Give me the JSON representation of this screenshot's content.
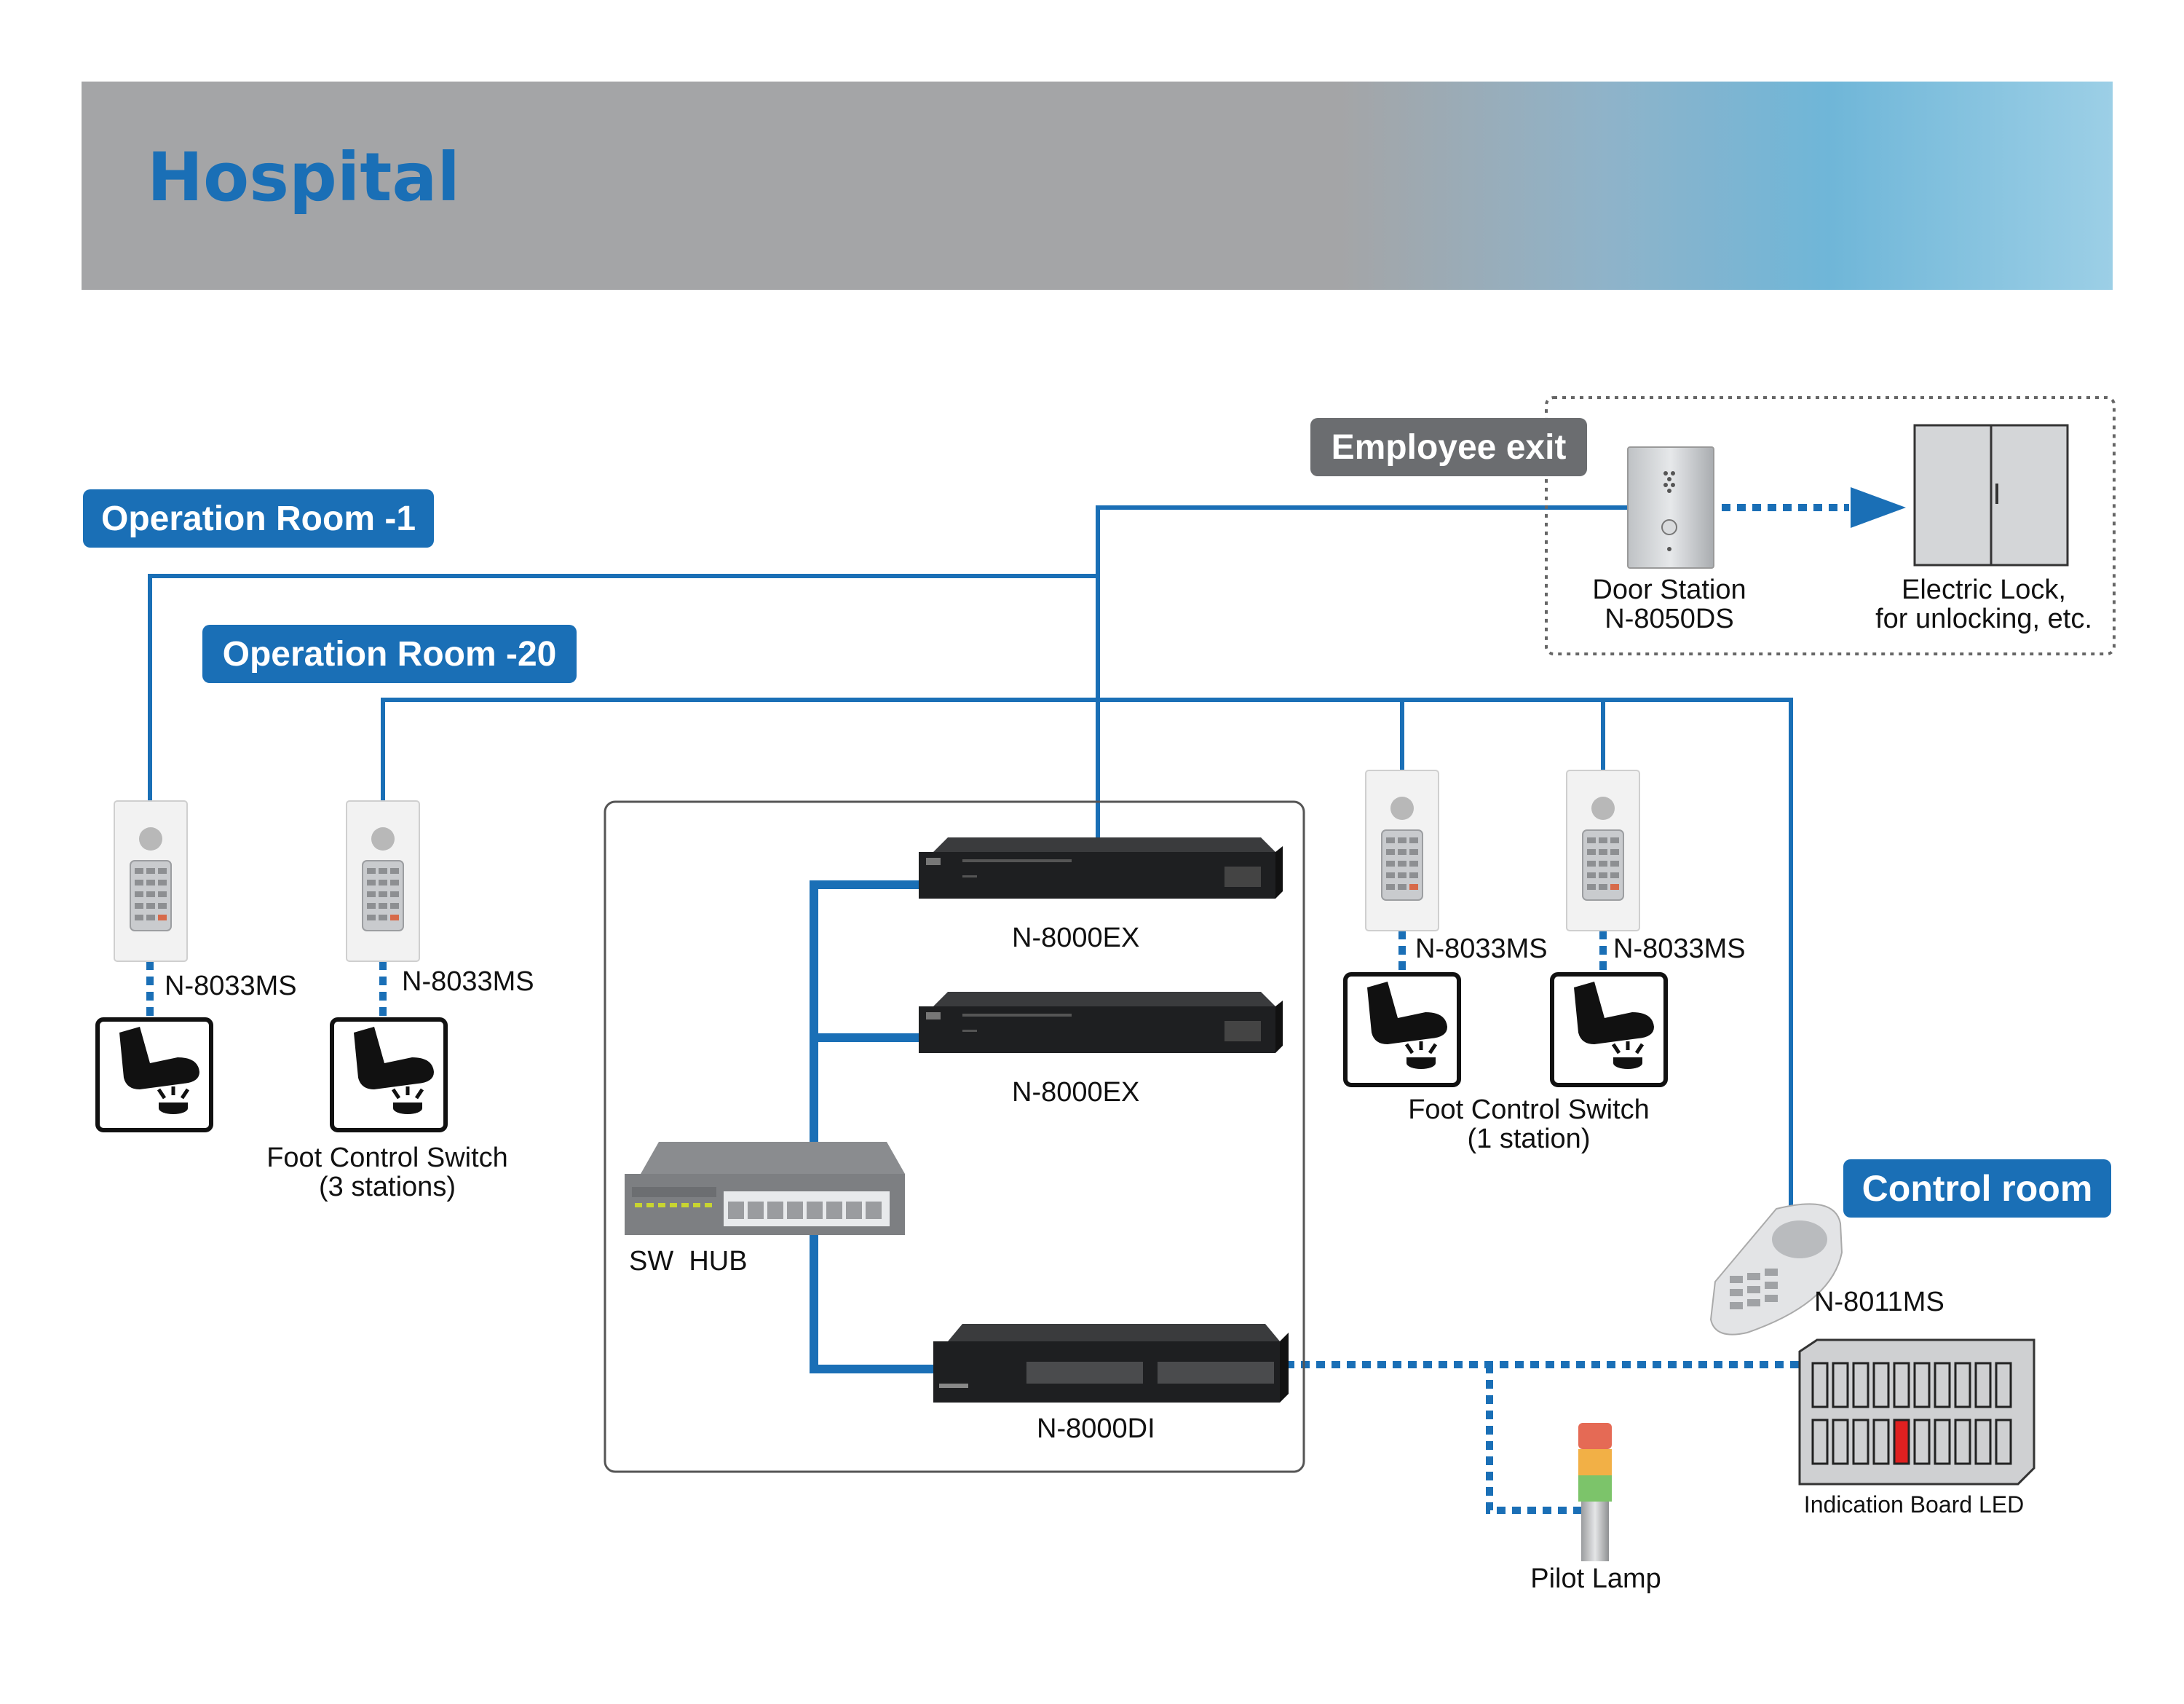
{
  "title": "Hospital",
  "zones": {
    "op_room_1": "Operation Room -1",
    "op_room_20": "Operation Room -20",
    "employee_exit": "Employee exit",
    "control_room": "Control room"
  },
  "devices": {
    "ms_1": "N-8033MS",
    "ms_20": "N-8033MS",
    "ms_r1": "N-8033MS",
    "ms_r2": "N-8033MS",
    "foot_3_line1": "Foot Control Switch",
    "foot_3_line2": "(3 stations)",
    "foot_1_line1": "Foot Control Switch",
    "foot_1_line2": "(1 station)",
    "ex_1": "N-8000EX",
    "ex_2": "N-8000EX",
    "di": "N-8000DI",
    "hub": "SW  HUB",
    "door_line1": "Door Station",
    "door_line2": "N-8050DS",
    "lock_line1": "Electric Lock,",
    "lock_line2": "for unlocking, etc.",
    "master": "N-8011MS",
    "board": "Indication Board LED",
    "lamp": "Pilot Lamp"
  },
  "colors": {
    "line": "#1a6fb6",
    "pill": "#1a6fb6",
    "pill_gray": "#6b6d70",
    "lamp_red": "#e02020"
  }
}
